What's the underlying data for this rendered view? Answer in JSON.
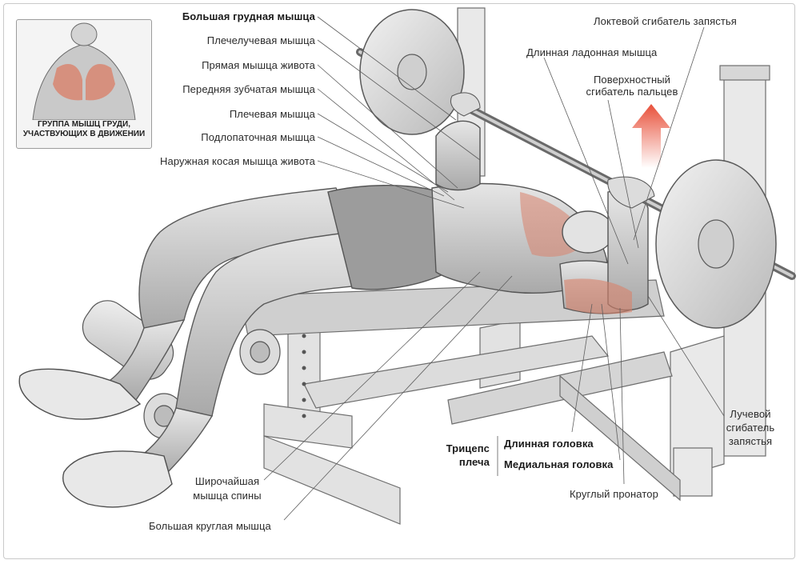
{
  "inset": {
    "caption_line1": "ГРУППА МЫШЦ ГРУДИ,",
    "caption_line2": "УЧАСТВУЮЩИХ В ДВИЖЕНИИ"
  },
  "labels": {
    "pectoralis_major": "Большая грудная мышца",
    "brachioradialis": "Плечелучевая мышца",
    "rectus_abdominis": "Прямая мышца живота",
    "serratus_anterior": "Передняя зубчатая мышца",
    "brachialis": "Плечевая мышца",
    "subscapularis": "Подлопаточная мышца",
    "external_oblique": "Наружная косая мышца живота",
    "flexor_carpi_ulnaris": "Локтевой сгибатель запястья",
    "palmaris_longus": "Длинная ладонная мышца",
    "flexor_digitorum_line1": "Поверхностный",
    "flexor_digitorum_line2": "сгибатель пальцев",
    "flexor_carpi_radialis_line1": "Лучевой",
    "flexor_carpi_radialis_line2": "сгибатель",
    "flexor_carpi_radialis_line3": "запястья",
    "triceps_line1": "Трицепс",
    "triceps_line2": "плеча",
    "triceps_long_head": "Длинная головка",
    "triceps_medial_head": "Медиальная головка",
    "pronator_teres": "Круглый пронатор",
    "latissimus_line1": "Широчайшая",
    "latissimus_line2": "мышца спины",
    "teres_major": "Большая круглая мышца"
  },
  "colors": {
    "highlight_muscle": "#d9826b",
    "arrow": "#e8503a",
    "ink": "#2b2b2b"
  }
}
